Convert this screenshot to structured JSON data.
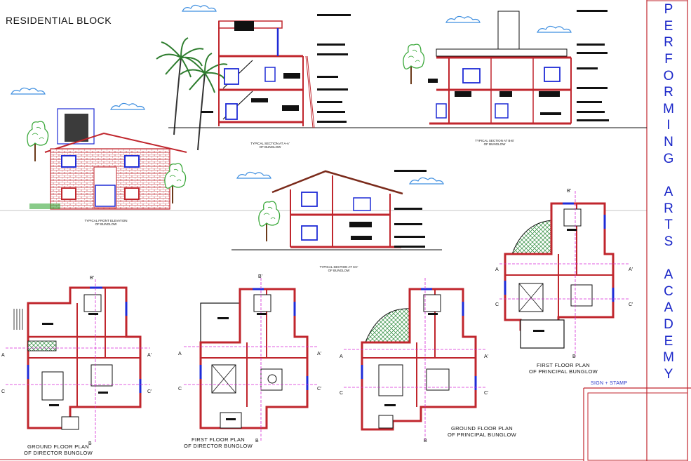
{
  "sheet": {
    "title": "RESIDENTIAL BLOCK",
    "brand_letters": [
      "P",
      "E",
      "R",
      "F",
      "O",
      "R",
      "M",
      "I",
      "N",
      "G",
      "",
      "A",
      "R",
      "T",
      "S",
      "",
      "A",
      "C",
      "A",
      "D",
      "E",
      "M",
      "Y"
    ],
    "sign_stamp": "SIGN + STAMP"
  },
  "drawings": {
    "front_elevation": "TYPICAL FRONT ELEVATION\nOF BUNGLOW",
    "section_aa": "TYPICAL SECTION AT A-A'\nOF BUNGLOW",
    "section_bb": "TYPICAL SECTION AT B-B'\nOF BUNGLOW",
    "section_cc": "TYPICAL SECTION AT CC'\nOF BUNGLOW",
    "ground_director": "GROUND FLOOR PLAN\nOF DIRECTOR BUNGLOW",
    "first_director": "FIRST FLOOR PLAN\nOF DIRECTOR BUNGLOW",
    "ground_principal": "GROUND FLOOR PLAN\nOF PRINCIPAL BUNGLOW",
    "first_principal": "FIRST FLOOR PLAN\nOF PRINCIPAL BUNGLOW"
  },
  "section_markers": {
    "a": "A",
    "a_prime": "A'",
    "b": "B",
    "b_prime": "B'",
    "c": "C",
    "c_prime": "C'"
  },
  "colors": {
    "wall": "#c0262d",
    "window": "#1f2bd6",
    "leader": "#d62ad6",
    "tree": "#3aa83a",
    "cloud": "#3f8fe0",
    "ink": "#111111",
    "brand": "#1a26c8"
  }
}
